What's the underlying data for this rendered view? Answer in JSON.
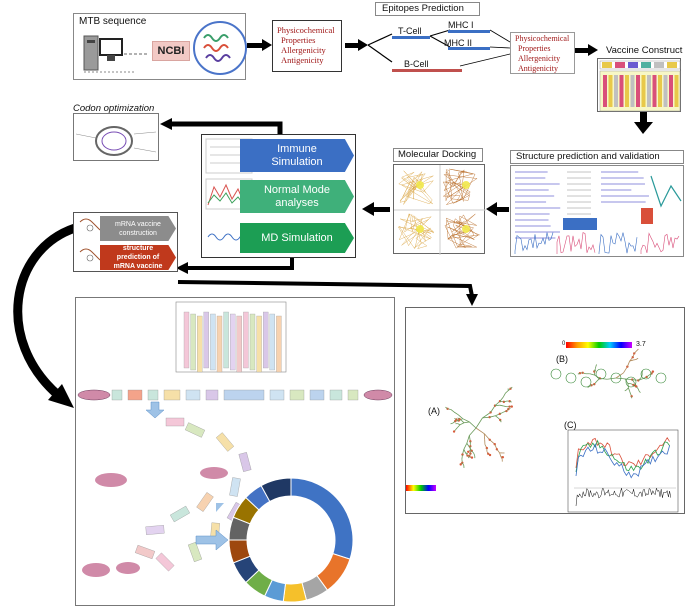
{
  "row1": {
    "mtb_label": "MTB sequence",
    "ncbi_label": "NCBI",
    "props1": [
      "Physicochemical",
      "Properties",
      "Allergenicity",
      "Antigenicity"
    ],
    "epitopes_title": "Epitopes Prediction",
    "tcell": "T-Cell",
    "bcell": "B-Cell",
    "mhc1": "MHC I",
    "mhc2": "MHC II",
    "props2": [
      "Physicochemical",
      "Properties",
      "Allergenicity",
      "Antigenicity"
    ],
    "vaccine_construct": "Vaccine Construct"
  },
  "row2": {
    "codon": "Codon optimization",
    "immune": "Immune Simulation",
    "nma": "Normal Mode analyses",
    "md": "MD Simulation",
    "docking": "Molecular Docking",
    "structure": "Structure prediction and validation"
  },
  "mrna": {
    "construction": "mRNA vaccine construction",
    "structure": "structure prediction of mRNA vaccine"
  },
  "panel": {
    "label_a": "(A)",
    "label_b": "(B)",
    "label_c": "(C)",
    "scale_min": "0",
    "scale_max": "3.7"
  },
  "colors": {
    "immune": "#3b6fc4",
    "nma": "#3fb07a",
    "md": "#1c9e54",
    "mrna_grey": "#8c8c8c",
    "mrna_red": "#c0391c",
    "text_red": "#a01818"
  },
  "ring_colors": [
    "#3f73c4",
    "#e8742a",
    "#a5a5a5",
    "#f5c02b",
    "#5b9bd5",
    "#6fae48",
    "#264478",
    "#9e480e",
    "#636363",
    "#997300",
    "#4472c4",
    "#1f3864"
  ]
}
